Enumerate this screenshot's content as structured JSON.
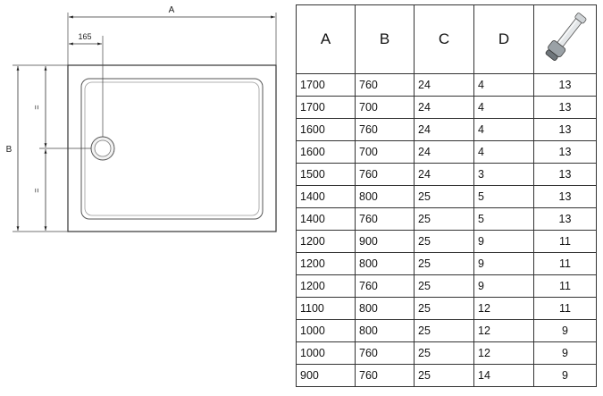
{
  "drawing": {
    "dim_a_label": "A",
    "dim_b_label": "B",
    "drain_offset_label": "165",
    "equal_mark": "="
  },
  "table": {
    "headers": [
      "A",
      "B",
      "C",
      "D"
    ],
    "fitting_icon": "drain-fitting-icon",
    "rows": [
      [
        "1700",
        "760",
        "24",
        "4",
        "13"
      ],
      [
        "1700",
        "700",
        "24",
        "4",
        "13"
      ],
      [
        "1600",
        "760",
        "24",
        "4",
        "13"
      ],
      [
        "1600",
        "700",
        "24",
        "4",
        "13"
      ],
      [
        "1500",
        "760",
        "24",
        "3",
        "13"
      ],
      [
        "1400",
        "800",
        "25",
        "5",
        "13"
      ],
      [
        "1400",
        "760",
        "25",
        "5",
        "13"
      ],
      [
        "1200",
        "900",
        "25",
        "9",
        "11"
      ],
      [
        "1200",
        "800",
        "25",
        "9",
        "11"
      ],
      [
        "1200",
        "760",
        "25",
        "9",
        "11"
      ],
      [
        "1100",
        "800",
        "25",
        "12",
        "11"
      ],
      [
        "1000",
        "800",
        "25",
        "12",
        "9"
      ],
      [
        "1000",
        "760",
        "25",
        "12",
        "9"
      ],
      [
        "900",
        "760",
        "25",
        "14",
        "9"
      ]
    ]
  }
}
